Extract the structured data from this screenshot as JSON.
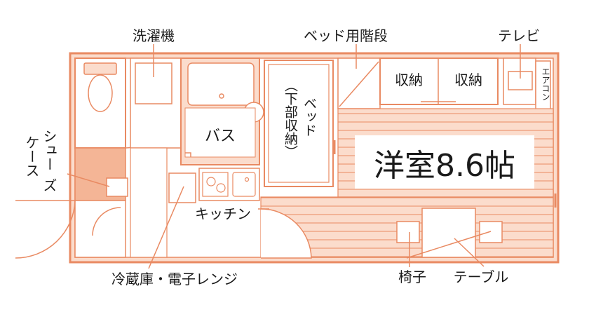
{
  "colors": {
    "line": "#e98a62",
    "fill": "#fbdccc",
    "fill_dark": "#f4b596",
    "text": "#1a1a1a"
  },
  "labels": {
    "washer": "洗濯機",
    "bed_stairs": "ベッド用階段",
    "tv": "テレビ",
    "aircon": "エアコン",
    "storage_left": "収納",
    "storage_right": "収納",
    "bath": "バス",
    "bed_line1": "ベッド",
    "bed_line2": "（下部収納）",
    "shoe_line1": "シュー",
    "shoe_line2": "ケース",
    "shoe_line3": "ズ",
    "room_name": "洋室8.6帖",
    "kitchen": "キッチン",
    "fridge": "冷蔵庫・電子レンジ",
    "chair": "椅子",
    "table": "テーブル"
  }
}
